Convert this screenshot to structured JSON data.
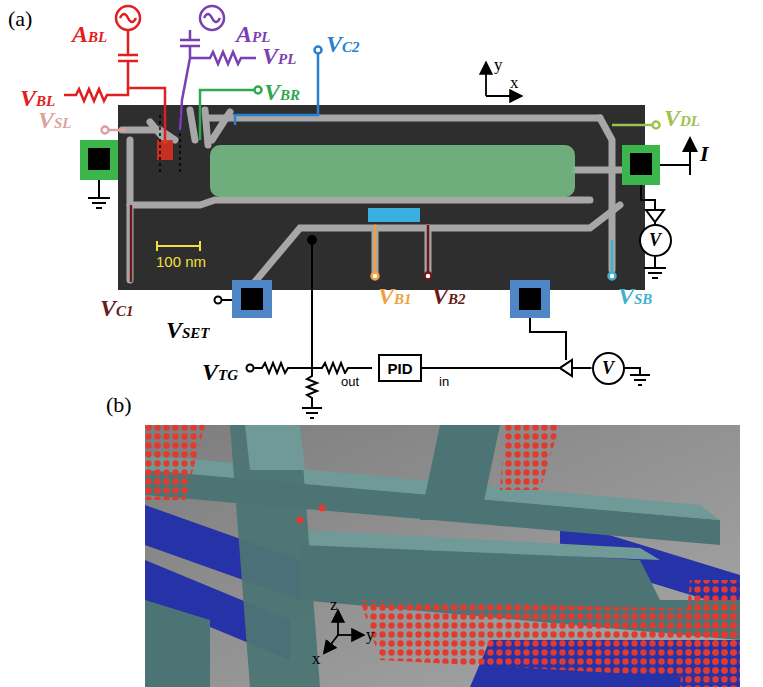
{
  "diagram": {
    "nodes": [
      {
        "text": [
          "V"
        ]
      },
      {
        "text": [
          "PID"
        ]
      },
      {
        "text": [
          "V"
        ]
      }
    ],
    "edges": [
      {
        "from": 1,
        "to": 2,
        "arrow": "none"
      }
    ],
    "labels": [
      "(a)",
      "ABL",
      "APL",
      "VPL",
      "VBL",
      "VBR",
      "VC2",
      "y",
      "x",
      "VSL",
      "VDL",
      "I",
      "100 nm",
      "VC1",
      "VSET",
      "VB1",
      "VB2",
      "VSB",
      "VTG",
      "out",
      "in",
      "(b)",
      "z",
      "y",
      "x"
    ]
  }
}
